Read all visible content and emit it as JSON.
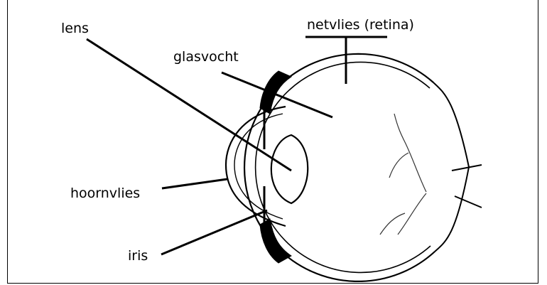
{
  "labels": {
    "lens": "lens",
    "retina": "netvlies (retina)",
    "vitreous": "glasvocht",
    "cornea": "hoornvlies",
    "iris": "iris"
  },
  "colors": {
    "ink": "#000000",
    "background": "#ffffff",
    "vein": "#333333"
  }
}
